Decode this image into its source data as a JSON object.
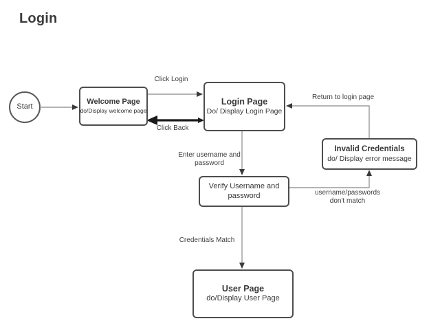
{
  "title": "Login",
  "colors": {
    "background": "#ffffff",
    "node_border": "#4d4d4d",
    "node_text": "#383838",
    "edge_line": "#999999",
    "arrowhead": "#3a3a3a",
    "back_arrow": "#1a1a1a",
    "label_text": "#3d3d3d",
    "title_text": "#3b3b3b"
  },
  "diagram": {
    "start": {
      "label": "Start"
    },
    "nodes": {
      "welcome": {
        "title": "Welcome Page",
        "subtitle": "do/Display welcome page"
      },
      "login": {
        "title": "Login Page",
        "subtitle": "Do/ Display Login Page"
      },
      "invalid": {
        "title": "Invalid Credentials",
        "subtitle": "do/ Display error message"
      },
      "verify": {
        "body": "Verify Username and password"
      },
      "user": {
        "title": "User Page",
        "subtitle": "do/Display User Page"
      }
    },
    "edges": {
      "click_login": "Click Login",
      "click_back": "Click Back",
      "return_to_login": "Return to login page",
      "enter_credentials": "Enter username and password",
      "no_match": "username/passwords don't match",
      "credentials_match": "Credentials Match"
    }
  }
}
